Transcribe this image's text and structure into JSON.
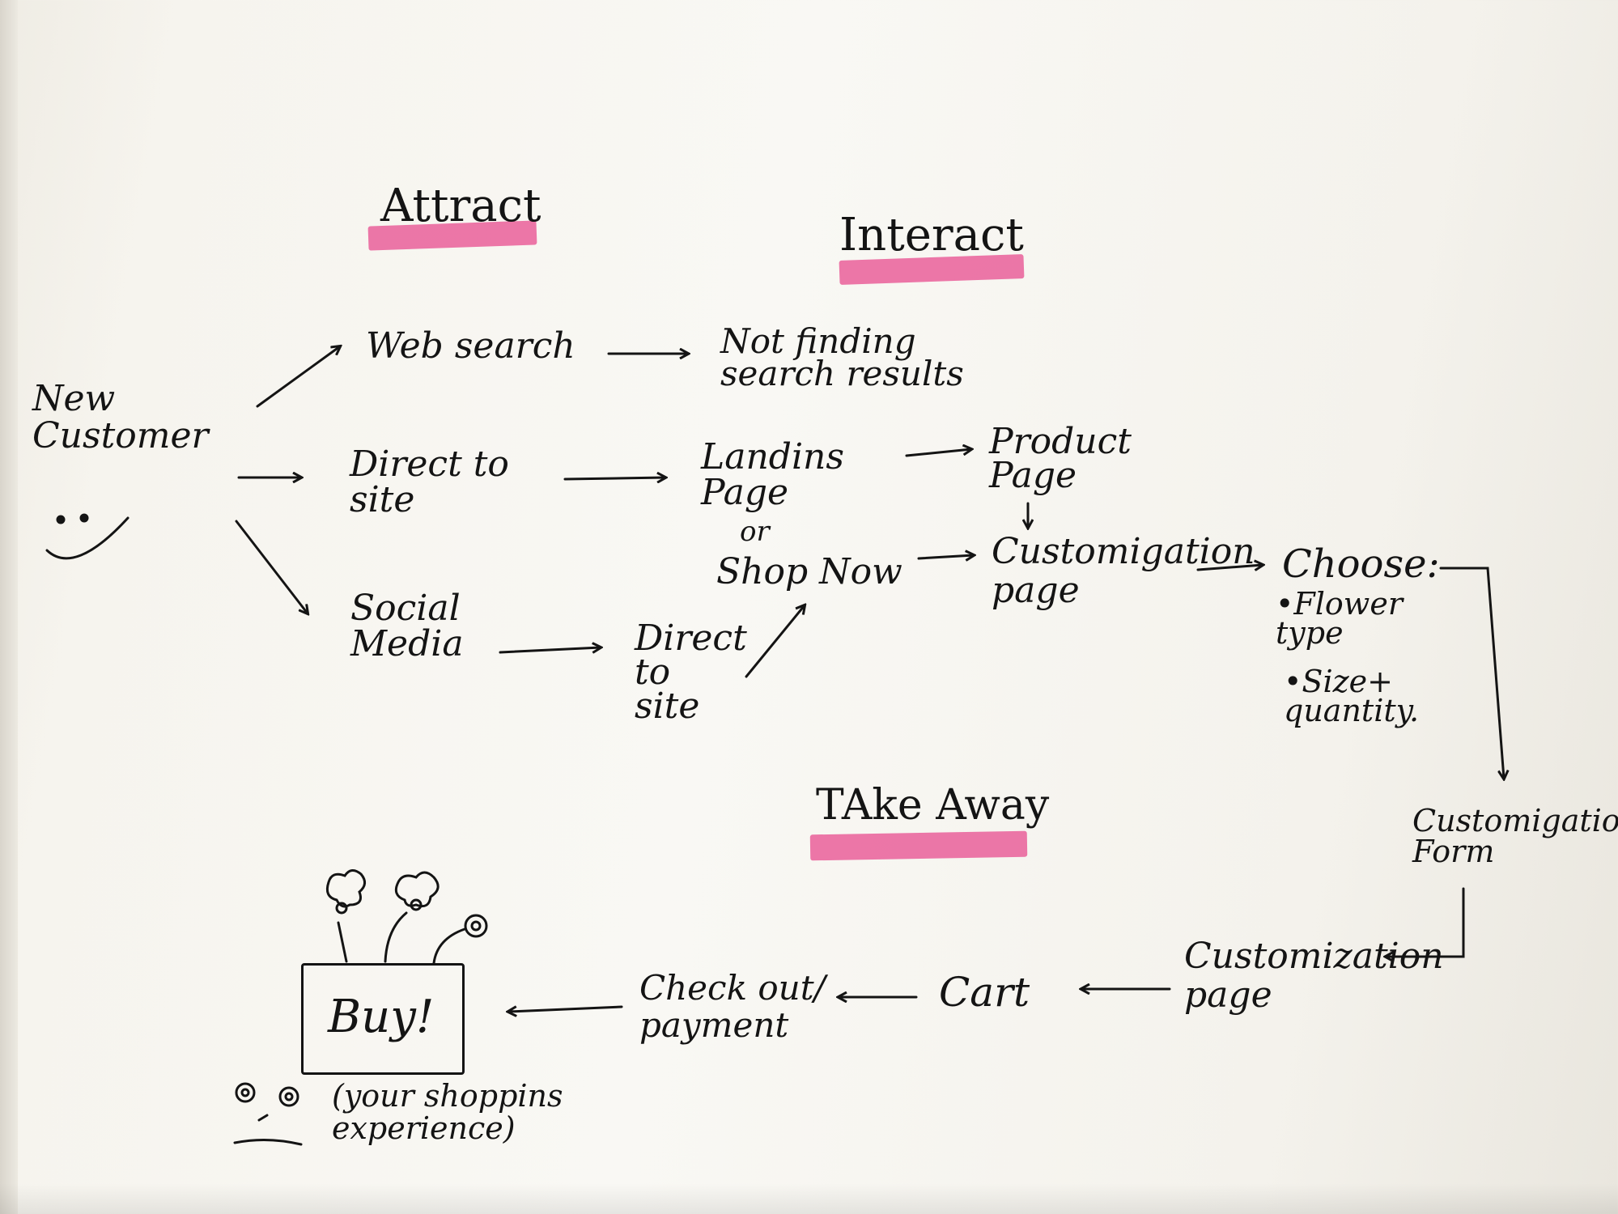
{
  "diagram": {
    "sections": {
      "attract": "Attract",
      "interact": "Interact",
      "take_away": "TAke Away"
    },
    "nodes": {
      "new_customer": "New\nCustomer",
      "web_search": "Web search",
      "not_finding": "Not finding\nsearch results",
      "direct_to_site": "Direct to\nsite",
      "landing_page": "Landins\nPage",
      "or": "or",
      "shop_now": "Shop Now",
      "product_page": "Product\nPage",
      "social_media": "Social\nMedia",
      "direct_to_site_2": "Direct\nto\nsite",
      "customization_page_1": "Customigation\npage",
      "choose": "Choose:",
      "choose_items": [
        "•Flower\ntype",
        "•Size+\nquantity."
      ],
      "customization_form": "Customigation\nForm",
      "customization_page_2": "Customization\npage",
      "cart": "Cart",
      "checkout": "Check out/\npayment",
      "buy": "Buy!",
      "your_experience": "(your shoppins\nexperience)"
    },
    "ink_color": "#141414",
    "highlight_color": "#e9649c",
    "icons": [
      "smiley-face-icon",
      "flowers-icon",
      "worried-face-icon"
    ]
  }
}
